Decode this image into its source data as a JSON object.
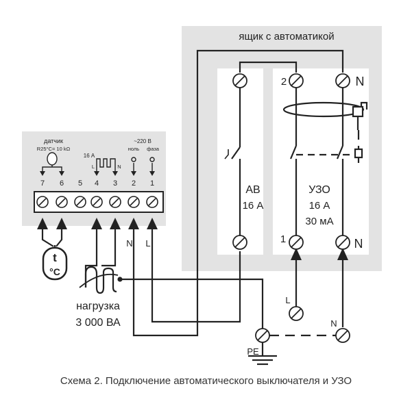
{
  "box": {
    "title": "ящик с автоматикой"
  },
  "breaker": {
    "name": "АВ",
    "rating": "16 А"
  },
  "rcd": {
    "name": "УЗО",
    "rating": "16 А",
    "leakage": "30 мА",
    "terminals": {
      "top_left": "2",
      "top_right": "N",
      "bottom_left": "1",
      "bottom_right": "N"
    }
  },
  "thermostat": {
    "sensor_label": "датчик",
    "sensor_spec": "R25°C= 10 kΩ",
    "load_current": "16 А",
    "supply": "~220 В",
    "null_label": "ноль",
    "phase_label": "фаза",
    "load_left_letter": "L",
    "load_right_letter": "N",
    "terminals": [
      "7",
      "6",
      "5",
      "4",
      "3",
      "2",
      "1"
    ]
  },
  "sensor_probe": {
    "symbol": "t",
    "unit": "°С"
  },
  "wire_labels": {
    "n": "N",
    "l": "L",
    "l_input": "L",
    "n_input": "N",
    "pe": "PE"
  },
  "load": {
    "label": "нагрузка",
    "power": "3 000 ВА"
  },
  "caption": "Схема 2. Подключение автоматического выключателя и УЗО"
}
